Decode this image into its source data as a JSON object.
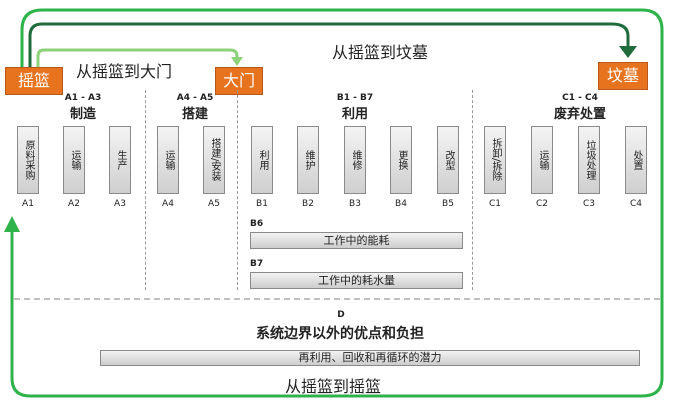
{
  "tags": {
    "cradle": "摇篮",
    "gate": "大门",
    "grave": "坟墓"
  },
  "flows": {
    "cradle_to_gate": "从摇篮到大门",
    "cradle_to_grave": "从摇篮到坟墓",
    "cradle_to_cradle": "从摇篮到摇篮"
  },
  "stages": [
    {
      "code": "A1 - A3",
      "name": "制造"
    },
    {
      "code": "A4 - A5",
      "name": "搭建"
    },
    {
      "code": "B1 - B7",
      "name": "利用"
    },
    {
      "code": "C1 - C4",
      "name": "废弃处置"
    }
  ],
  "modules": [
    {
      "id": "A1",
      "label": "原料采购"
    },
    {
      "id": "A2",
      "label": "运输"
    },
    {
      "id": "A3",
      "label": "生产"
    },
    {
      "id": "A4",
      "label": "运输"
    },
    {
      "id": "A5",
      "label": "搭建/安装"
    },
    {
      "id": "B1",
      "label": "利用"
    },
    {
      "id": "B2",
      "label": "维护"
    },
    {
      "id": "B3",
      "label": "维修"
    },
    {
      "id": "B4",
      "label": "更换"
    },
    {
      "id": "B5",
      "label": "改型"
    },
    {
      "id": "C1",
      "label": "拆卸/拆除"
    },
    {
      "id": "C2",
      "label": "运输"
    },
    {
      "id": "C3",
      "label": "垃圾处理"
    },
    {
      "id": "C4",
      "label": "处置"
    }
  ],
  "operational": [
    {
      "id": "B6",
      "label": "工作中的能耗"
    },
    {
      "id": "B7",
      "label": "工作中的耗水量"
    }
  ],
  "beyond": {
    "code": "D",
    "title": "系统边界以外的优点和负担",
    "bar": "再利用、回收和再循环的潜力"
  },
  "colors": {
    "accent_orange": "#e8731f",
    "arrow_green": "#2db34a",
    "arrow_dark": "#1f6b3c"
  }
}
